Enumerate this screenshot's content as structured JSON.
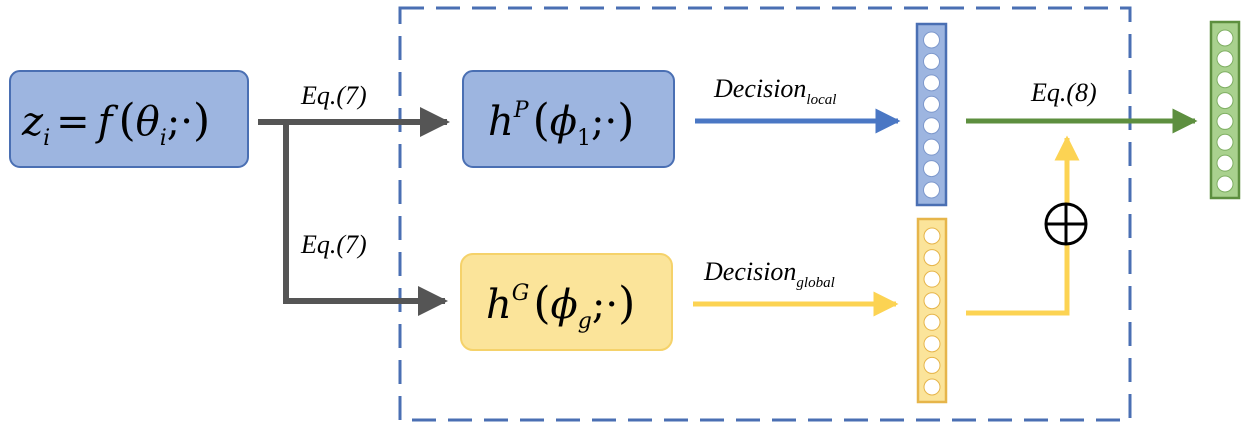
{
  "colors": {
    "blue_fill": "#9db5e0",
    "blue_stroke": "#4a6fb3",
    "yellow_fill": "#fbe49a",
    "yellow_stroke": "#f5d26a",
    "green_fill": "#a9d18e",
    "green_stroke": "#5d8f3f",
    "dashed_frame": "#4a6fb3",
    "dark_arrow": "#555555",
    "blue_arrow": "#4a77c4",
    "yellow_arrow": "#fcd353",
    "green_arrow": "#5d8f3f"
  },
  "input_box": {
    "lhs": "z",
    "lhs_sub": "i",
    "rhs_func": "f",
    "rhs_arg": "θ",
    "rhs_arg_sub": "i",
    "rhs_rest": ";·"
  },
  "personal_head": {
    "base": "h",
    "sup": "P",
    "arg": "ϕ",
    "arg_sub": "1",
    "rest": ";·"
  },
  "global_head": {
    "base": "h",
    "sup": "G",
    "arg": "ϕ",
    "arg_sub": "g",
    "rest": ";·"
  },
  "labels": {
    "eq7_top": "Eq.(7)",
    "eq7_bottom": "Eq.(7)",
    "decision_local_main": "Decision",
    "decision_local_sub": "local",
    "decision_global_main": "Decision",
    "decision_global_sub": "global",
    "eq8": "Eq.(8)"
  },
  "vectors": {
    "local_cells": 8,
    "global_cells": 8,
    "output_cells": 8
  }
}
